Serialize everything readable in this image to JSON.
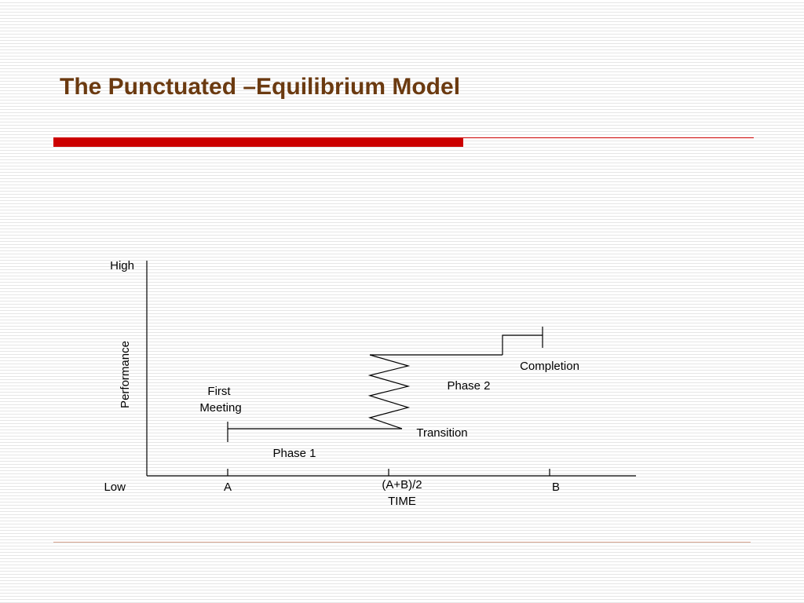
{
  "slide": {
    "title": "The Punctuated –Equilibrium Model",
    "accent_color": "#cc0000",
    "title_color": "#6b3a10",
    "footer_line_color": "#d8a48f"
  },
  "diagram": {
    "y_axis": {
      "label": "Performance",
      "high_label": "High",
      "low_label": "Low"
    },
    "x_axis": {
      "label": "TIME",
      "ticks": [
        "A",
        "(A+B)/2",
        "B"
      ]
    },
    "annotations": {
      "first_meeting_line1": "First",
      "first_meeting_line2": "Meeting",
      "phase1": "Phase 1",
      "transition": "Transition",
      "phase2": "Phase 2",
      "completion": "Completion"
    }
  }
}
